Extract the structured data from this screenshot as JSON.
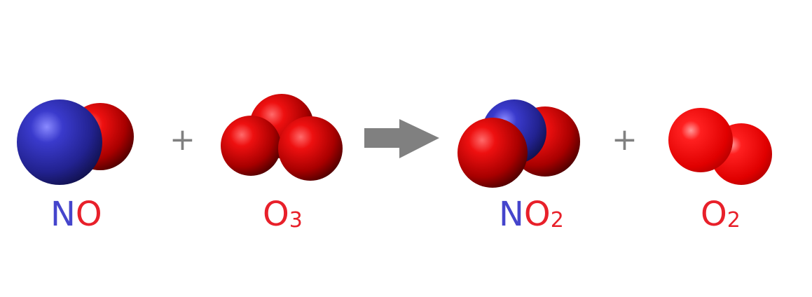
{
  "equation": {
    "reactant1": {
      "atom1": "N",
      "atom2": "O"
    },
    "plus1": "+",
    "reactant2": {
      "atom": "O",
      "subscript": "3"
    },
    "product1": {
      "atom1": "N",
      "atom2": "O",
      "subscript": "2"
    },
    "plus2": "+",
    "product2": {
      "atom": "O",
      "subscript": "2"
    }
  },
  "colors": {
    "nitrogen": "#3a3acc",
    "oxygen": "#e00000",
    "arrow": "#808080",
    "label_nitrogen": "#4545cc",
    "label_oxygen": "#e8202a"
  }
}
